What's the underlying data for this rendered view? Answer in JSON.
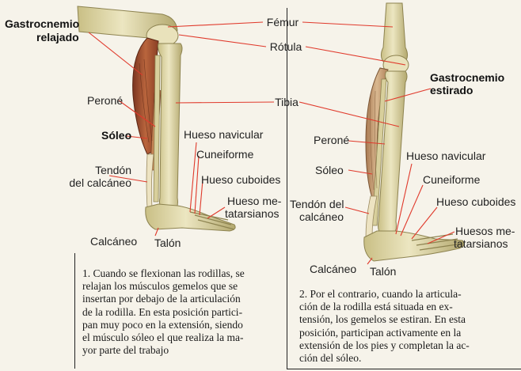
{
  "labels": {
    "femur": "Fémur",
    "rotula": "Rótula",
    "tibia": "Tibia",
    "left": {
      "gastro_line1": "Gastrocnemio",
      "gastro_line2": "relajado",
      "perone": "Peroné",
      "soleo": "Sóleo",
      "tendon_line1": "Tendón",
      "tendon_line2": "del calcáneo",
      "navicular": "Hueso navicular",
      "cuneiforme": "Cuneiforme",
      "cuboides": "Hueso cuboides",
      "metatarsianos_line1": "Hueso me-",
      "metatarsianos_line2": "tatarsianos",
      "calcaneo": "Calcáneo",
      "talon": "Talón"
    },
    "right": {
      "gastro_line1": "Gastrocnemio",
      "gastro_line2": "estirado",
      "perone": "Peroné",
      "soleo": "Sóleo",
      "tendon_line1": "Tendón del",
      "tendon_line2": "calcáneo",
      "navicular": "Hueso navicular",
      "cuneiforme": "Cuneiforme",
      "cuboides": "Hueso cuboides",
      "metatarsianos_line1": "Huesos me-",
      "metatarsianos_line2": "tatarsianos",
      "calcaneo": "Calcáneo",
      "talon": "Talón"
    }
  },
  "captions": {
    "left": [
      "1. Cuando se flexionan las rodillas, se",
      "relajan los músculos gemelos que se",
      "insertan por debajo de la articulación",
      "de la rodilla. En esta posición partici-",
      "pan muy poco en la extensión, siendo",
      "el músculo sóleo el que realiza la ma-",
      "yor parte del trabajo"
    ],
    "right": [
      "2. Por el contrario, cuando la articula-",
      "ción de la rodilla está situada en ex-",
      "tensión, los gemelos se estiran. En esta",
      "posición, participan activamente en la",
      "extensión de los pies y completan la ac-",
      "ción del sóleo."
    ]
  },
  "colors": {
    "background": "#f6f3ea",
    "bone": "#e6dfb4",
    "bone_shadow": "#b8ad72",
    "muscle_relaxed": "#9a4a2c",
    "muscle_stretched": "#c7a07a",
    "leader_line": "#e0392b"
  }
}
